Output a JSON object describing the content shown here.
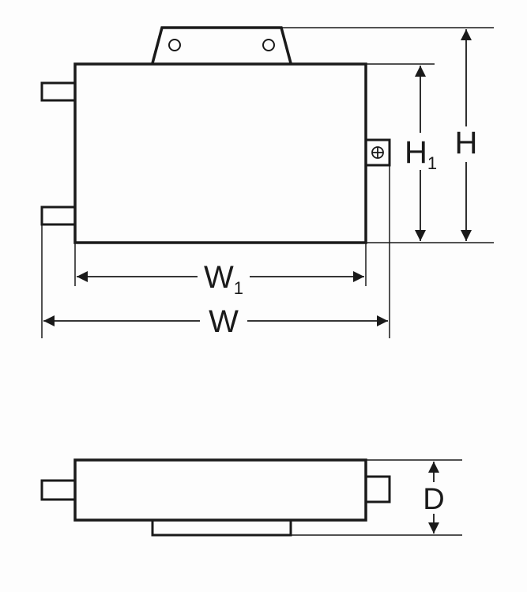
{
  "labels": {
    "height": "H",
    "inner_height_main": "H",
    "inner_height_sub": "1",
    "inner_width_main": "W",
    "inner_width_sub": "1",
    "width": "W",
    "depth": "D"
  },
  "colors": {
    "line": "#1a1a1a",
    "background": "#fdfdfd"
  },
  "icons": {
    "terminal": "ground-terminal-icon",
    "mount_holes": "mounting-hole-icon"
  }
}
